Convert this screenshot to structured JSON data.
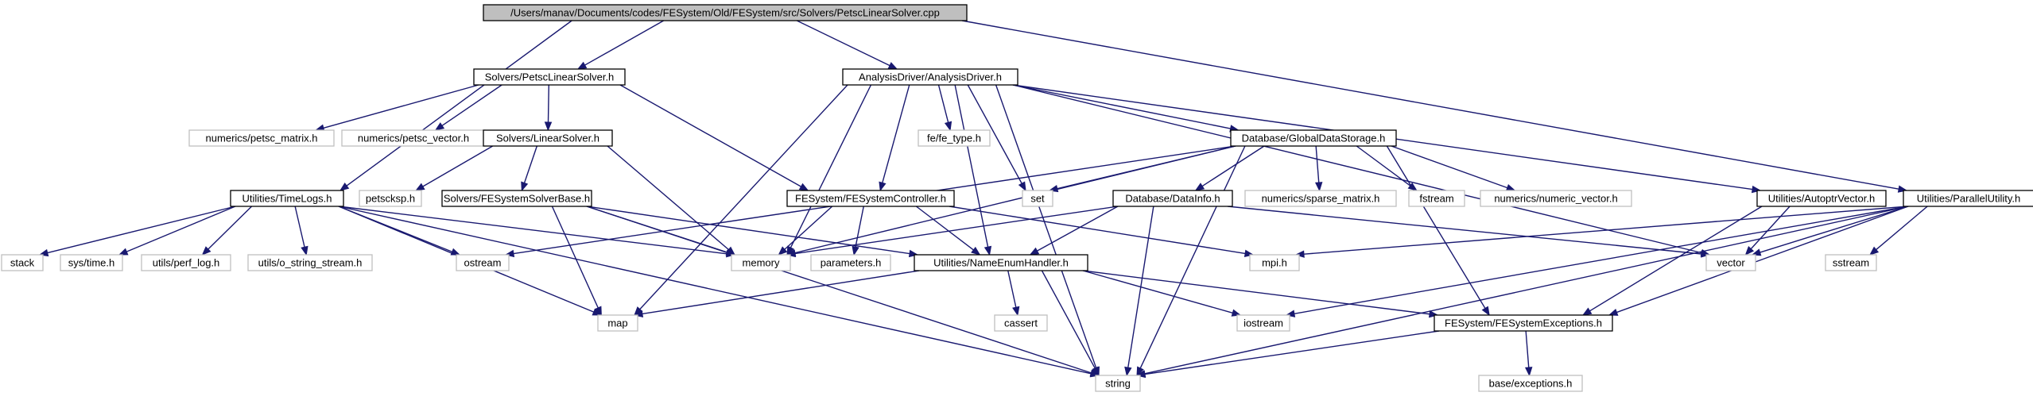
{
  "colors": {
    "root_fill": "#bfbfbf",
    "documented_border": "#000000",
    "external_border": "#bfbfbf",
    "node_fill": "#ffffff",
    "edge": "#191970"
  },
  "nodes": [
    {
      "id": "root",
      "label": "/Users/manav/Documents/codes/FESystem/Old/FESystem/src/Solvers/PetscLinearSolver.cpp",
      "kind": "root"
    },
    {
      "id": "petsc_ls_h",
      "label": "Solvers/PetscLinearSolver.h",
      "kind": "documented"
    },
    {
      "id": "analysis_driver",
      "label": "AnalysisDriver/AnalysisDriver.h",
      "kind": "documented"
    },
    {
      "id": "timelogs",
      "label": "Utilities/TimeLogs.h",
      "kind": "documented"
    },
    {
      "id": "petsc_matrix",
      "label": "numerics/petsc_matrix.h",
      "kind": "external"
    },
    {
      "id": "petsc_vector",
      "label": "numerics/petsc_vector.h",
      "kind": "external"
    },
    {
      "id": "linear_solver",
      "label": "Solvers/LinearSolver.h",
      "kind": "documented"
    },
    {
      "id": "petscksp",
      "label": "petscksp.h",
      "kind": "external"
    },
    {
      "id": "fesystem_solver_base",
      "label": "Solvers/FESystemSolverBase.h",
      "kind": "documented"
    },
    {
      "id": "fesystem_controller",
      "label": "FESystem/FESystemController.h",
      "kind": "documented"
    },
    {
      "id": "fe_type",
      "label": "fe/fe_type.h",
      "kind": "external"
    },
    {
      "id": "global_data_storage",
      "label": "Database/GlobalDataStorage.h",
      "kind": "documented"
    },
    {
      "id": "data_info",
      "label": "Database/DataInfo.h",
      "kind": "documented"
    },
    {
      "id": "sparse_matrix",
      "label": "numerics/sparse_matrix.h",
      "kind": "external"
    },
    {
      "id": "fstream",
      "label": "fstream",
      "kind": "external"
    },
    {
      "id": "numeric_vector",
      "label": "numerics/numeric_vector.h",
      "kind": "external"
    },
    {
      "id": "autoptr_vector",
      "label": "Utilities/AutoptrVector.h",
      "kind": "documented"
    },
    {
      "id": "parallel_utility",
      "label": "Utilities/ParallelUtility.h",
      "kind": "documented"
    },
    {
      "id": "stack",
      "label": "stack",
      "kind": "external"
    },
    {
      "id": "sys_time",
      "label": "sys/time.h",
      "kind": "external"
    },
    {
      "id": "perf_log",
      "label": "utils/perf_log.h",
      "kind": "external"
    },
    {
      "id": "string_stream",
      "label": "utils/o_string_stream.h",
      "kind": "external"
    },
    {
      "id": "ostream",
      "label": "ostream",
      "kind": "external"
    },
    {
      "id": "memory",
      "label": "memory",
      "kind": "external"
    },
    {
      "id": "parameters",
      "label": "parameters.h",
      "kind": "external"
    },
    {
      "id": "name_enum_handler",
      "label": "Utilities/NameEnumHandler.h",
      "kind": "documented"
    },
    {
      "id": "set",
      "label": "set",
      "kind": "external"
    },
    {
      "id": "mpi",
      "label": "mpi.h",
      "kind": "external"
    },
    {
      "id": "vector",
      "label": "vector",
      "kind": "external"
    },
    {
      "id": "sstream",
      "label": "sstream",
      "kind": "external"
    },
    {
      "id": "map",
      "label": "map",
      "kind": "external"
    },
    {
      "id": "cassert",
      "label": "cassert",
      "kind": "external"
    },
    {
      "id": "iostream",
      "label": "iostream",
      "kind": "external"
    },
    {
      "id": "fesystem_exceptions",
      "label": "FESystem/FESystemExceptions.h",
      "kind": "documented"
    },
    {
      "id": "string",
      "label": "string",
      "kind": "external"
    },
    {
      "id": "base_exceptions",
      "label": "base/exceptions.h",
      "kind": "external"
    }
  ],
  "edges": [
    [
      "root",
      "petsc_ls_h"
    ],
    [
      "root",
      "analysis_driver"
    ],
    [
      "root",
      "timelogs"
    ],
    [
      "root",
      "parallel_utility"
    ],
    [
      "petsc_ls_h",
      "petsc_matrix"
    ],
    [
      "petsc_ls_h",
      "petsc_vector"
    ],
    [
      "petsc_ls_h",
      "linear_solver"
    ],
    [
      "petsc_ls_h",
      "fesystem_controller"
    ],
    [
      "linear_solver",
      "petscksp"
    ],
    [
      "linear_solver",
      "fesystem_solver_base"
    ],
    [
      "linear_solver",
      "memory"
    ],
    [
      "fesystem_solver_base",
      "memory"
    ],
    [
      "fesystem_solver_base",
      "map"
    ],
    [
      "fesystem_solver_base",
      "string"
    ],
    [
      "fesystem_solver_base",
      "name_enum_handler"
    ],
    [
      "analysis_driver",
      "fesystem_controller"
    ],
    [
      "analysis_driver",
      "fe_type"
    ],
    [
      "analysis_driver",
      "global_data_storage"
    ],
    [
      "analysis_driver",
      "set"
    ],
    [
      "analysis_driver",
      "memory"
    ],
    [
      "analysis_driver",
      "map"
    ],
    [
      "analysis_driver",
      "string"
    ],
    [
      "analysis_driver",
      "name_enum_handler"
    ],
    [
      "analysis_driver",
      "vector"
    ],
    [
      "analysis_driver",
      "autoptr_vector"
    ],
    [
      "fesystem_controller",
      "memory"
    ],
    [
      "fesystem_controller",
      "parameters"
    ],
    [
      "fesystem_controller",
      "name_enum_handler"
    ],
    [
      "fesystem_controller",
      "mpi"
    ],
    [
      "global_data_storage",
      "data_info"
    ],
    [
      "global_data_storage",
      "sparse_matrix"
    ],
    [
      "global_data_storage",
      "fstream"
    ],
    [
      "global_data_storage",
      "numeric_vector"
    ],
    [
      "global_data_storage",
      "set"
    ],
    [
      "global_data_storage",
      "memory"
    ],
    [
      "global_data_storage",
      "ostream"
    ],
    [
      "global_data_storage",
      "fesystem_exceptions"
    ],
    [
      "global_data_storage",
      "string"
    ],
    [
      "data_info",
      "memory"
    ],
    [
      "data_info",
      "string"
    ],
    [
      "data_info",
      "name_enum_handler"
    ],
    [
      "data_info",
      "vector"
    ],
    [
      "autoptr_vector",
      "vector"
    ],
    [
      "autoptr_vector",
      "fesystem_exceptions"
    ],
    [
      "parallel_utility",
      "mpi"
    ],
    [
      "parallel_utility",
      "vector"
    ],
    [
      "parallel_utility",
      "sstream"
    ],
    [
      "parallel_utility",
      "iostream"
    ],
    [
      "parallel_utility",
      "fesystem_exceptions"
    ],
    [
      "parallel_utility",
      "string"
    ],
    [
      "timelogs",
      "stack"
    ],
    [
      "timelogs",
      "sys_time"
    ],
    [
      "timelogs",
      "perf_log"
    ],
    [
      "timelogs",
      "string_stream"
    ],
    [
      "timelogs",
      "ostream"
    ],
    [
      "timelogs",
      "map"
    ],
    [
      "timelogs",
      "string"
    ],
    [
      "timelogs",
      "memory"
    ],
    [
      "name_enum_handler",
      "map"
    ],
    [
      "name_enum_handler",
      "cassert"
    ],
    [
      "name_enum_handler",
      "iostream"
    ],
    [
      "name_enum_handler",
      "fesystem_exceptions"
    ],
    [
      "name_enum_handler",
      "string"
    ],
    [
      "fesystem_exceptions",
      "string"
    ],
    [
      "fesystem_exceptions",
      "base_exceptions"
    ]
  ]
}
